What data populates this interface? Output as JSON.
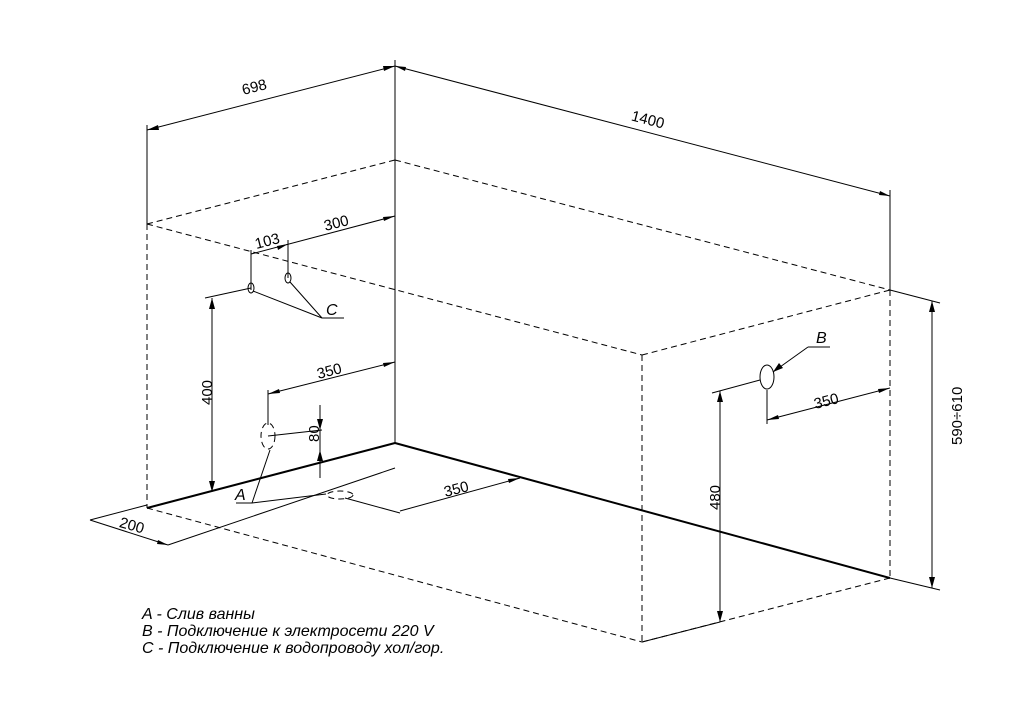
{
  "dimensions": {
    "d698": "698",
    "d1400": "1400",
    "d103": "103",
    "d300": "300",
    "d400": "400",
    "d350_wall": "350",
    "d80": "80",
    "d350_floor": "350",
    "d200": "200",
    "d350_right": "350",
    "d480": "480",
    "d590_610": "590÷610"
  },
  "markers": {
    "a": "A",
    "b": "B",
    "c": "C"
  },
  "legend": {
    "a": "A - Слив ванны",
    "b": "B - Подключение к электросети 220 V",
    "c": "C - Подключение к водопроводу хол/гор."
  }
}
